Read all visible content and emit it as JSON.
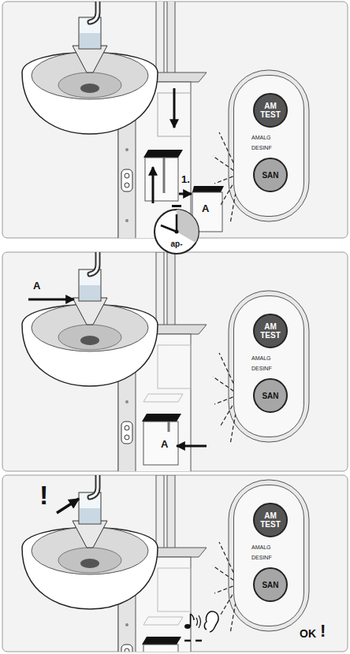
{
  "diagram": {
    "nodes": [
      {
        "text": [
          "AMALG",
          "DESINF"
        ]
      },
      {
        "text": [
          "AM TEST"
        ],
        "in": 0
      },
      {
        "text": [
          "SAN"
        ],
        "in": 0
      },
      {
        "text": [
          "ap-"
        ]
      },
      {
        "text": [
          "AMALG",
          "DESINF"
        ]
      },
      {
        "text": [
          "AM TEST"
        ],
        "in": 4
      },
      {
        "text": [
          "SAN"
        ],
        "in": 4
      },
      {
        "text": [
          "AMALG",
          "DESINF"
        ]
      },
      {
        "text": [
          "AM TEST"
        ],
        "in": 7
      },
      {
        "text": [
          "SAN"
        ],
        "in": 7
      }
    ],
    "labels": [
      "1.",
      "A",
      "A",
      "A",
      "!",
      "OK",
      "!"
    ]
  }
}
